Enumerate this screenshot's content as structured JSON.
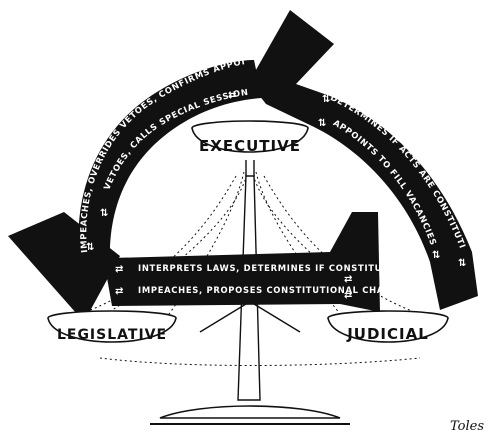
{
  "branches": {
    "executive": "EXECUTIVE",
    "legislative": "LEGISLATIVE",
    "judicial": "JUDICIAL"
  },
  "arrows": {
    "legislative_to_executive": {
      "line1": "IMPEACHES, OVERRIDES VETOES, CONFIRMS APPOINTMENTS",
      "line2": "VETOES, CALLS SPECIAL SESSIONS"
    },
    "executive_to_judicial": {
      "line1": "DETERMINES IF ACTS ARE CONSTITUTIONAL",
      "line2": "APPOINTS TO FILL VACANCIES"
    },
    "legislative_to_judicial": {
      "line1": "INTERPRETS LAWS, DETERMINES IF CONSTITUTIONAL",
      "line2": "IMPEACHES, PROPOSES CONSTITUTIONAL CHANGES"
    }
  },
  "signature": "Toles",
  "icons": {
    "double_arrow": "double-headed-arrow-icon"
  },
  "colors": {
    "ink": "#111111",
    "paper": "#ffffff"
  }
}
